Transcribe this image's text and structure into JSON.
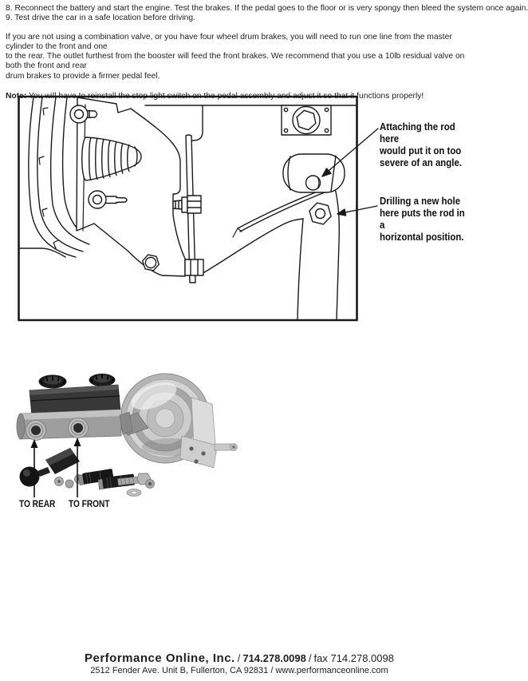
{
  "document": {
    "steps": [
      "8. Reconnect the battery and start the engine. Test the brakes. If the pedal goes to the floor or is very spongy then bleed the system once again.",
      "9. Test drive the car in a safe location before driving."
    ],
    "paragraph": "If you are not using a combination valve, or you have four wheel drum brakes, you will need to run one line from the master cylinder to the front and one\nto the rear. The outlet furthest from the booster will feed the front brakes. We recommend that you use a 10lb residual valve on both the front and rear\ndrum brakes to provide a firmer pedal feel.",
    "note_label": "Note:",
    "note_text": " You will have to reinstall the stop light switch on the pedal assembly and adjust it so that it functions properly!"
  },
  "diagram": {
    "callout_attach": "Attaching the rod here\nwould put it on too\nsevere of an angle.",
    "callout_drill": "Drilling a new hole\nhere puts the rod in a\nhorizontal position."
  },
  "photo": {
    "label_rear": "TO REAR",
    "label_front": "TO FRONT"
  },
  "footer": {
    "company": "Performance Online, Inc.",
    "separator": "/",
    "phone": "714.278.0098",
    "fax": "fax 714.278.0098",
    "address": "2512 Fender Ave. Unit B, Fullerton, CA 92831 / www.performanceonline.com"
  },
  "colors": {
    "ink": "#1a1a1a"
  }
}
